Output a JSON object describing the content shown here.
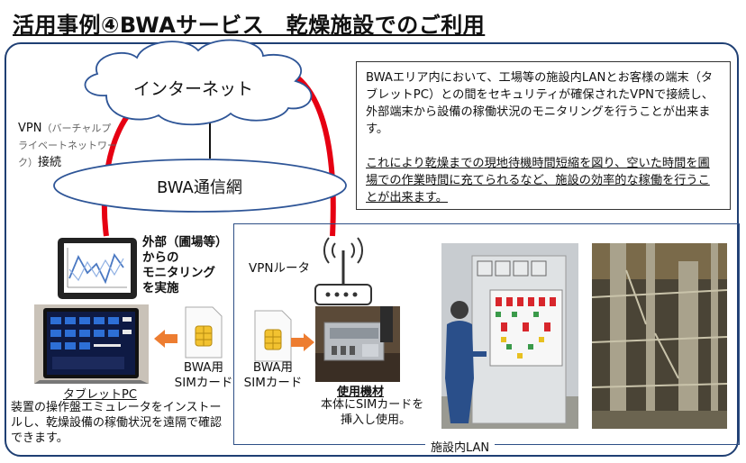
{
  "title": "活用事例④BWAサービス　乾燥施設でのご利用",
  "cloud": {
    "label": "インターネット"
  },
  "bwa_network": {
    "label": "BWA通信網"
  },
  "vpn": {
    "prefix": "VPN",
    "paren": "（バーチャルプライベートネットワーク）",
    "suffix": "接続"
  },
  "description": {
    "paragraph1": "BWAエリア内において、工場等の施設内LANとお客様の端末（タブレットPC）との間をセキュリティが確保されたVPNで接続し、外部端末から設備の稼働状況のモニタリングを行うことが出来ます。",
    "paragraph2": "これにより乾燥までの現地待機時間短縮を図り、空いた時間を圃場での作業時間に充てられるなど、施設の効率的な稼働を行うことが出来ます。"
  },
  "external_monitoring": {
    "line1": "外部（圃場等）",
    "line2": "からの",
    "line3": "モニタリング",
    "line4": "を実施"
  },
  "tablet": {
    "label": "タブレットPC",
    "caption": "装置の操作盤エミュレータをインストールし、乾燥設備の稼働状況を遠隔で確認できます。"
  },
  "sim_left": {
    "line1": "BWA用",
    "line2": "SIMカード"
  },
  "sim_right": {
    "line1": "BWA用",
    "line2": "SIMカード"
  },
  "router": {
    "label": "VPNルータ"
  },
  "equipment": {
    "title": "使用機材",
    "caption_line1": "本体にSIMカードを",
    "caption_line2": "挿入し使用。"
  },
  "lan": {
    "label": "施設内LAN"
  },
  "colors": {
    "red_line": "#e60012",
    "orange_arrow": "#ed7d31",
    "cloud_border": "#2e5597",
    "frame": "#1f3f73",
    "sim_chip": "#f2c230"
  }
}
